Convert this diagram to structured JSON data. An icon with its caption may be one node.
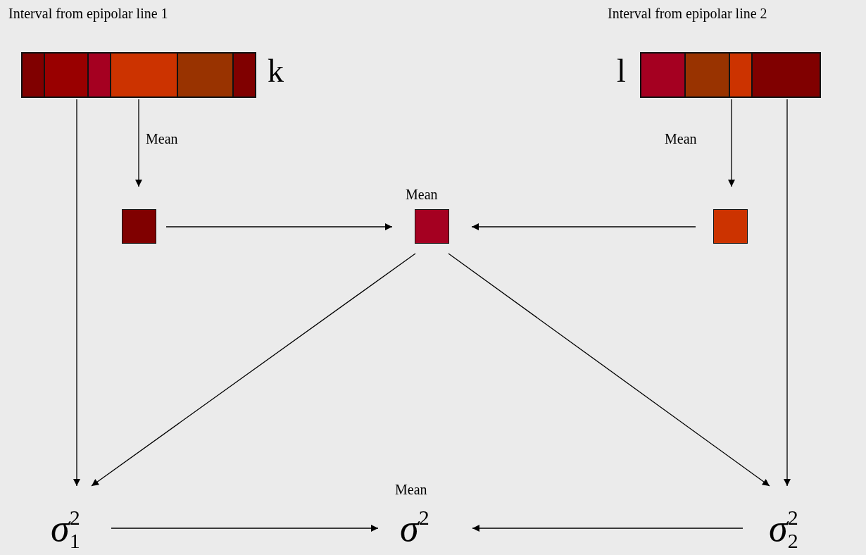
{
  "diagram": {
    "nodes": [
      {
        "text": [
          "Interval from epipolar line 1"
        ],
        "beside": [
          "k"
        ]
      },
      {
        "text": [
          "Interval from epipolar line 2"
        ],
        "beside": [
          "l"
        ]
      },
      {
        "text": [],
        "shape": "box"
      },
      {
        "text": [],
        "shape": "box",
        "beside": [
          "Mean"
        ]
      },
      {
        "text": [],
        "shape": "box"
      },
      {
        "text": [
          "σ$_{1}$$^{2}$"
        ]
      },
      {
        "text": [
          "σ$^{2}$"
        ],
        "beside": [
          "Mean"
        ]
      },
      {
        "text": [
          "σ$_{2}$$^{2}$"
        ]
      }
    ],
    "edges": [
      {
        "from": 0,
        "to": 5,
        "arrow": "to"
      },
      {
        "from": 0,
        "to": 2,
        "arrow": "to",
        "label": "Mean"
      },
      {
        "from": 1,
        "to": 4,
        "arrow": "to",
        "label": "Mean"
      },
      {
        "from": 1,
        "to": 7,
        "arrow": "to"
      },
      {
        "from": 2,
        "to": 3,
        "arrow": "to"
      },
      {
        "from": 4,
        "to": 3,
        "arrow": "to"
      },
      {
        "from": 3,
        "to": 5,
        "arrow": "to"
      },
      {
        "from": 3,
        "to": 7,
        "arrow": "to"
      },
      {
        "from": 5,
        "to": 6,
        "arrow": "to"
      },
      {
        "from": 7,
        "to": 6,
        "arrow": "to"
      }
    ]
  }
}
